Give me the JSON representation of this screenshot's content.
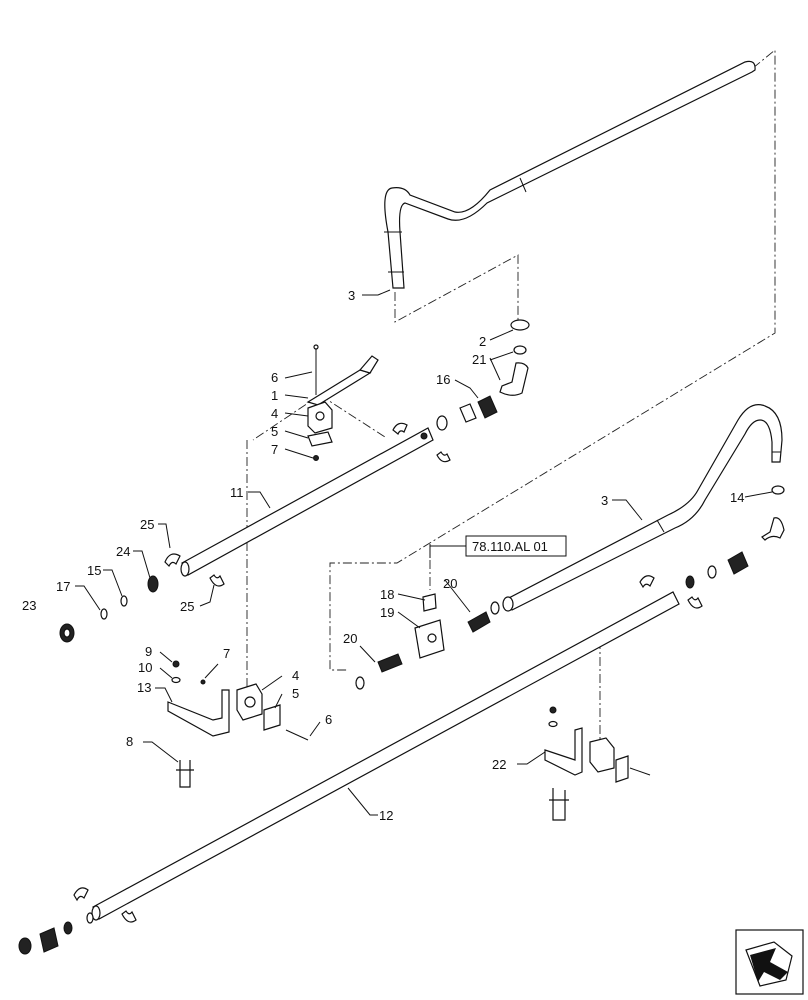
{
  "callouts": {
    "c1": "1",
    "c2": "2",
    "c3a": "3",
    "c3b": "3",
    "c4a": "4",
    "c4b": "4",
    "c5a": "5",
    "c5b": "5",
    "c6a": "6",
    "c6b": "6",
    "c7a": "7",
    "c7b": "7",
    "c8": "8",
    "c9": "9",
    "c10": "10",
    "c11": "11",
    "c12": "12",
    "c13": "13",
    "c14": "14",
    "c15": "15",
    "c16": "16",
    "c17": "17",
    "c18": "18",
    "c19": "19",
    "c20a": "20",
    "c20b": "20",
    "c21": "21",
    "c22": "22",
    "c23": "23",
    "c24": "24",
    "c25a": "25",
    "c25b": "25"
  },
  "reference": {
    "label": "78.110.AL 01"
  },
  "nav": {
    "icon": "next-page-arrow-icon"
  }
}
